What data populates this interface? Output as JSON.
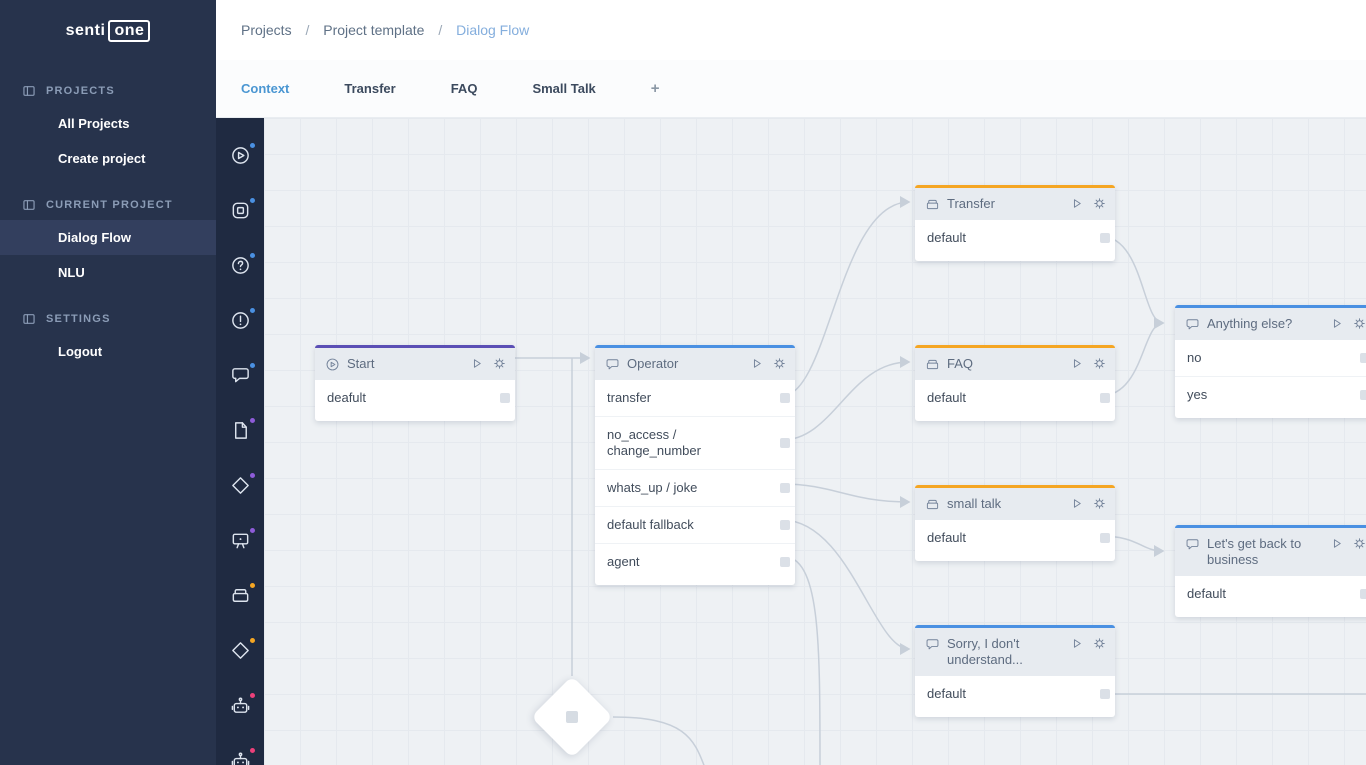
{
  "logo": {
    "left": "senti",
    "right": "one"
  },
  "breadcrumb": {
    "sep": "/",
    "items": [
      "Projects",
      "Project template",
      "Dialog Flow"
    ]
  },
  "tabs": {
    "items": [
      "Context",
      "Transfer",
      "FAQ",
      "Small Talk"
    ],
    "active": "Context",
    "add_label": "+"
  },
  "sidebar": {
    "sections": [
      {
        "label": "PROJECTS",
        "items": [
          {
            "label": "All Projects"
          },
          {
            "label": "Create project"
          }
        ]
      },
      {
        "label": "CURRENT PROJECT",
        "items": [
          {
            "label": "Dialog Flow",
            "active": true
          },
          {
            "label": "NLU"
          }
        ]
      },
      {
        "label": "SETTINGS",
        "items": [
          {
            "label": "Logout"
          }
        ]
      }
    ]
  },
  "palette": {
    "dot_colors": {
      "blue": "#4a90e2",
      "purple": "#8e5cd9",
      "orange": "#f5a623",
      "pink": "#ec407a"
    },
    "items": [
      {
        "icon": "play-circle-icon",
        "dot": "blue"
      },
      {
        "icon": "frame-icon",
        "dot": "blue"
      },
      {
        "icon": "question-icon",
        "dot": "blue"
      },
      {
        "icon": "alert-icon",
        "dot": "blue"
      },
      {
        "icon": "chat-bubble-icon",
        "dot": "blue"
      },
      {
        "icon": "document-icon",
        "dot": "purple"
      },
      {
        "icon": "diamond-icon",
        "dot": "purple"
      },
      {
        "icon": "display-icon",
        "dot": "purple"
      },
      {
        "icon": "cards-icon",
        "dot": "orange"
      },
      {
        "icon": "diamond-icon",
        "dot": "orange"
      },
      {
        "icon": "bot-icon",
        "dot": "pink"
      },
      {
        "icon": "bot-icon",
        "dot": "pink"
      }
    ]
  },
  "canvas": {
    "accents": {
      "purple": "#5b4fb5",
      "blue": "#4a90e2",
      "orange": "#f5a623"
    },
    "nodes": [
      {
        "title": "Start",
        "icon": "play-circle",
        "accent": "#5b4fb5",
        "rows": [
          "deafult"
        ]
      },
      {
        "title": "Operator",
        "icon": "chat-bubble",
        "accent": "#4a90e2",
        "rows": [
          "transfer",
          "no_access / change_number",
          "whats_up / joke",
          "default fallback",
          "agent"
        ]
      },
      {
        "title": "Transfer",
        "icon": "cards",
        "accent": "#f5a623",
        "rows": [
          "default"
        ]
      },
      {
        "title": "FAQ",
        "icon": "cards",
        "accent": "#f5a623",
        "rows": [
          "default"
        ]
      },
      {
        "title": "small talk",
        "icon": "cards",
        "accent": "#f5a623",
        "rows": [
          "default"
        ]
      },
      {
        "title": "Sorry, I don't understand...",
        "icon": "chat-bubble",
        "accent": "#4a90e2",
        "rows": [
          "default"
        ]
      },
      {
        "title": "Anything else?",
        "icon": "chat-bubble",
        "accent": "#4a90e2",
        "rows": [
          "no",
          "yes"
        ]
      },
      {
        "title": "Let's get back to business",
        "icon": "chat-bubble",
        "accent": "#4a90e2",
        "rows": [
          "default"
        ]
      }
    ],
    "connections": [
      {
        "from": "Start",
        "to": "Operator"
      },
      {
        "from": "Operator:transfer",
        "to": "Transfer"
      },
      {
        "from": "Operator:no_access / change_number",
        "to": "FAQ"
      },
      {
        "from": "Operator:whats_up / joke",
        "to": "small talk"
      },
      {
        "from": "Operator:default fallback",
        "to": "Sorry, I don't understand..."
      },
      {
        "from": "Transfer:default",
        "to": "Anything else?"
      },
      {
        "from": "FAQ:default",
        "to": "Anything else?"
      },
      {
        "from": "small talk:default",
        "to": "Let's get back to business"
      },
      {
        "from": "Start",
        "to": "decision-diamond"
      }
    ]
  }
}
